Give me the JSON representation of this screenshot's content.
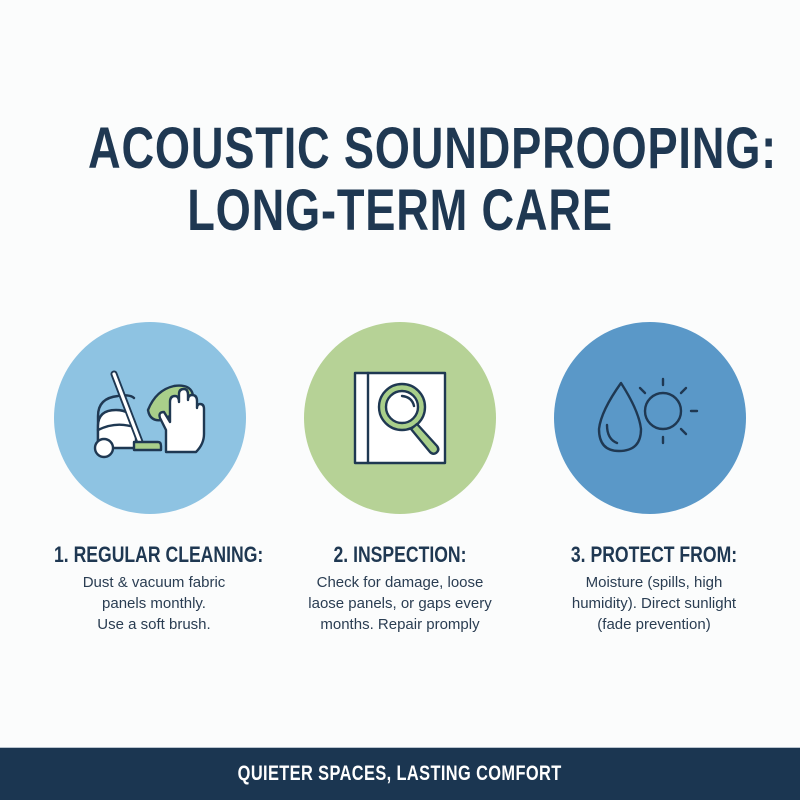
{
  "title": {
    "line1": "ACOUSTIC SOUNDPROOPING:",
    "line2": "LONG-TERM CARE"
  },
  "colors": {
    "title": "#1f3852",
    "circle_1": "#8ec3e2",
    "circle_2": "#b6d296",
    "circle_3": "#5a98c8",
    "icon_stroke": "#1f3852",
    "icon_accent": "#a9cf8a",
    "footer_bg": "#1b3651",
    "footer_text": "#ffffff"
  },
  "steps": [
    {
      "icon": "vacuum-and-cleaning-hand-icon",
      "heading": "1. REGULAR CLEANING:",
      "body_lines": [
        "Dust & vacuum fabric",
        "panels monthly.",
        "Use a soft brush."
      ]
    },
    {
      "icon": "panel-magnifier-icon",
      "heading": "2. INSPECTION:",
      "body_lines": [
        "Check for damage, loose",
        "laose panels, or gaps every",
        "months. Repair promply"
      ]
    },
    {
      "icon": "water-drop-and-sun-icon",
      "heading": "3. PROTECT FROM:",
      "body_lines": [
        "Moisture (spills, high",
        "humidity). Direct sunlight",
        "(fade prevention)"
      ]
    }
  ],
  "footer": {
    "tagline": "QUIETER SPACES, LASTING COMFORT"
  }
}
